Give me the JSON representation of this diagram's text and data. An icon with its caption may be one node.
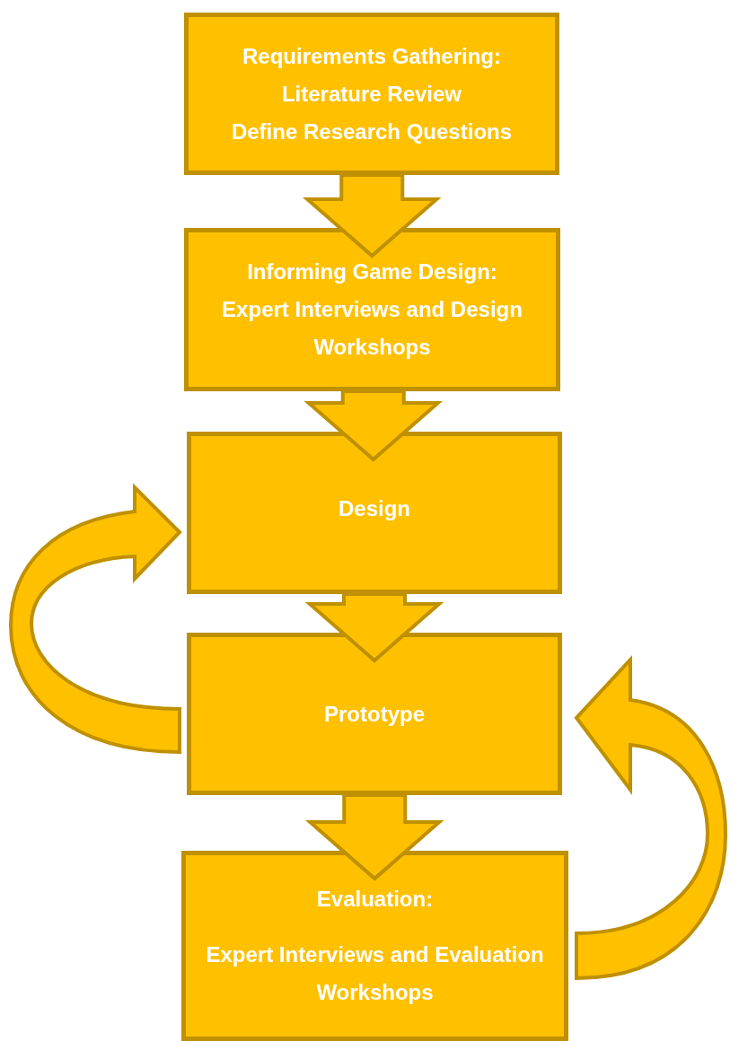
{
  "diagram": {
    "nodes": [
      {
        "text": [
          "Requirements Gathering:",
          "Literature Review",
          "Define Research Questions"
        ]
      },
      {
        "text": [
          "Informing Game Design:",
          "Expert Interviews and Design Workshops"
        ]
      },
      {
        "text": [
          "Design"
        ]
      },
      {
        "text": [
          "Prototype"
        ]
      },
      {
        "text": [
          "Evaluation:",
          "Expert Interviews and Evaluation Workshops"
        ]
      }
    ],
    "edges": [
      {
        "from": 0,
        "to": 1,
        "arrow": "to"
      },
      {
        "from": 1,
        "to": 2,
        "arrow": "to"
      },
      {
        "from": 2,
        "to": 3,
        "arrow": "to"
      },
      {
        "from": 3,
        "to": 4,
        "arrow": "to"
      },
      {
        "from": 3,
        "to": 2,
        "arrow": "to"
      },
      {
        "from": 4,
        "to": 3,
        "arrow": "to"
      }
    ]
  }
}
